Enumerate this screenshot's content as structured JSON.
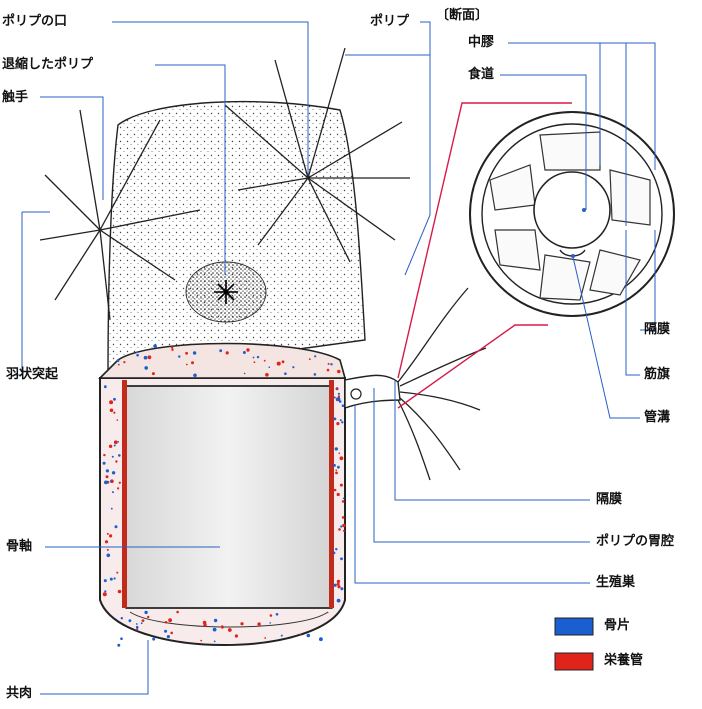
{
  "labels": {
    "polyp_mouth": "ポリプの口",
    "retracted_polyp": "退縮したポリプ",
    "tentacle": "触手",
    "pinnule": "羽状突起",
    "axis": "骨軸",
    "coenenchyme": "共肉",
    "polyp": "ポリプ",
    "section": "〔断面〕",
    "mesoglea": "中膠",
    "pharynx": "食道",
    "mesentery_right": "隔膜",
    "muscle_banner": "筋旗",
    "siphonoglyph": "管溝",
    "mesentery_bottom": "隔膜",
    "gastric_cavity": "ポリプの胃腔",
    "gonad": "生殖巣"
  },
  "legend": {
    "items": [
      {
        "label": "骨片",
        "color": "#1a5fd0"
      },
      {
        "label": "栄養管",
        "color": "#e0241c"
      }
    ]
  },
  "colors": {
    "leader_line": "#2a5fc4",
    "section_link": "#d81a4a",
    "ink": "#1a1a1a"
  }
}
